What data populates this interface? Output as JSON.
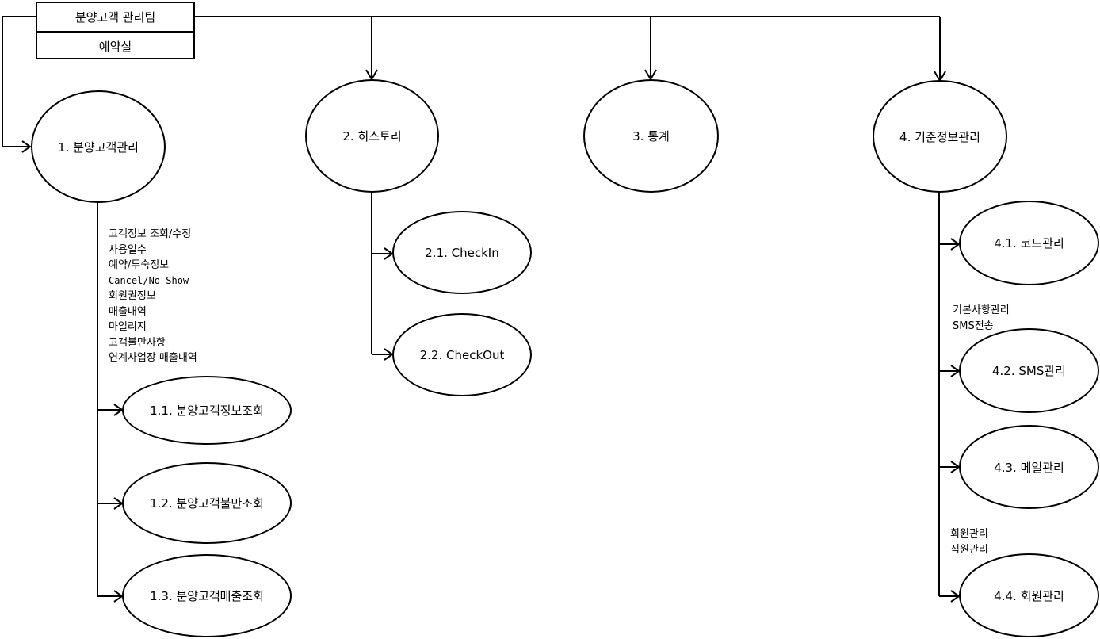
{
  "header_box": {
    "team": "분양고객 관리팀",
    "room": "예약실"
  },
  "nodes": {
    "n1": "1. 분양고객관리",
    "n1_1": "1.1. 분양고객정보조회",
    "n1_2": "1.2. 분양고객불만조회",
    "n1_3": "1.3. 분양고객매출조회",
    "n2": "2. 히스토리",
    "n2_1": "2.1. CheckIn",
    "n2_2": "2.2. CheckOut",
    "n3": "3. 통계",
    "n4": "4. 기준정보관리",
    "n4_1": "4.1. 코드관리",
    "n4_2": "4.2. SMS관리",
    "n4_3": "4.3. 메일관리",
    "n4_4": "4.4. 회원관리"
  },
  "notes": {
    "customer_features": [
      "고객정보 조회/수정",
      "사용일수",
      "예약/투숙정보",
      "Cancel/No Show",
      "회원권정보",
      "매출내역",
      "마일리지",
      "고객불만사항",
      "연계사업장 매출내역"
    ],
    "sms_features": [
      "기본사항관리",
      "SMS전송"
    ],
    "member_features": [
      "회원관리",
      "직원관리"
    ]
  },
  "colors": {
    "line": "#000000",
    "background": "#ffffff"
  }
}
